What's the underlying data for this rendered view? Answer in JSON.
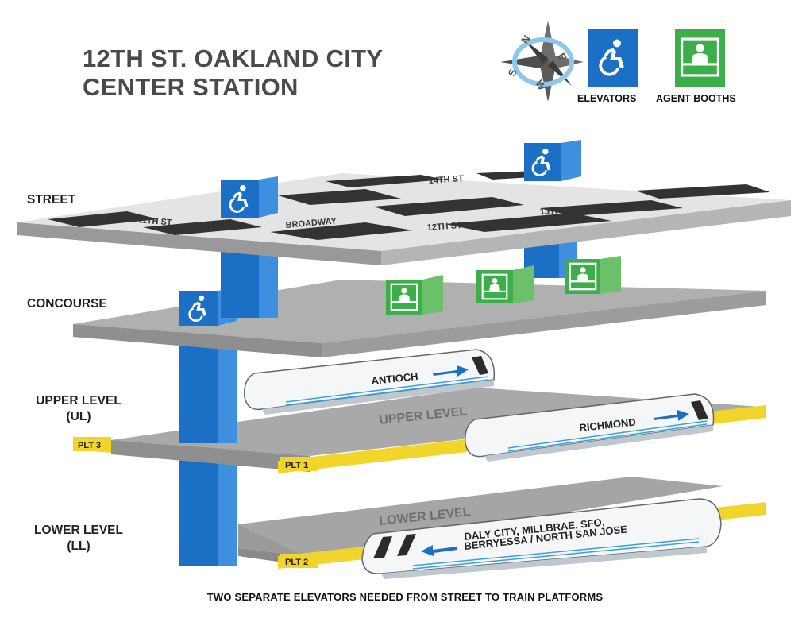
{
  "title": {
    "line1": "12TH ST. OAKLAND CITY",
    "line2": "CENTER STATION"
  },
  "compass": {
    "north": "N",
    "east": "E",
    "south": "S",
    "west": "W"
  },
  "legend": {
    "elevators": "ELEVATORS",
    "agent_booths": "AGENT BOOTHS"
  },
  "levels": {
    "street": "STREET",
    "concourse": "CONCOURSE",
    "upper_line1": "UPPER LEVEL",
    "upper_line2": "(UL)",
    "lower_line1": "LOWER LEVEL",
    "lower_line2": "(LL)"
  },
  "streets": {
    "s14": "14TH ST",
    "s13": "13TH ST",
    "s12": "12TH ST",
    "s11": "11TH ST",
    "broadway": "BROADWAY"
  },
  "platform_names": {
    "upper": "UPPER LEVEL",
    "lower": "LOWER LEVEL"
  },
  "platforms": {
    "plt3": "PLT 3",
    "plt1": "PLT 1",
    "plt2": "PLT 2"
  },
  "trains": {
    "antioch": "ANTIOCH",
    "richmond": "RICHMOND",
    "lower_line1": "DALY CITY,  MILLBRAE,  SFO,",
    "lower_line2": "BERRYESSA / NORTH SAN JOSE"
  },
  "footer": "TWO SEPARATE ELEVATORS NEEDED FROM STREET TO TRAIN PLATFORMS",
  "colors": {
    "elevator_blue": "#1b6fc4",
    "booth_green": "#3cae4a",
    "platform_yellow": "#f2d52a",
    "slab_gray": "#a9a9a9",
    "street_dark": "#3a3a3a"
  }
}
